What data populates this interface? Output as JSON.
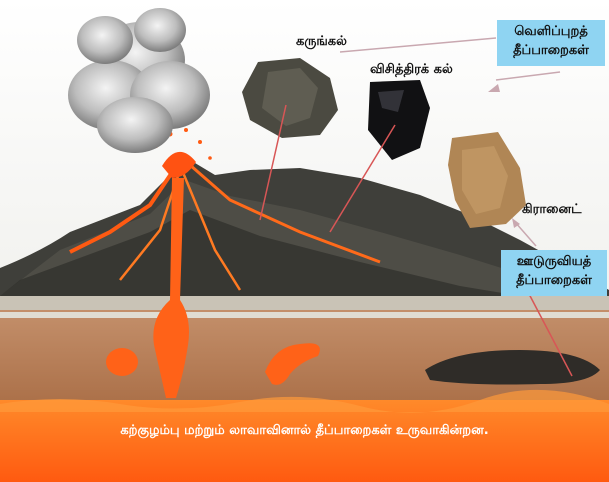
{
  "labels": {
    "basalt": "கருங்கல்",
    "obsidian": "விசித்திரக் கல்",
    "granite": "கிரானைட்"
  },
  "boxes": {
    "extrusive": {
      "line1": "வெளிப்புறத்",
      "line2": "தீப்பாறைகள்"
    },
    "intrusive": {
      "line1": "ஊடுருவியத்",
      "line2": "தீப்பாறைகள்"
    }
  },
  "caption": "கற்குழம்பு மற்றும் லாவாவினால் தீப்பாறைகள் உருவாகின்றன.",
  "colors": {
    "box_fill": "#8fd4f2",
    "lava": "#ff6a1a",
    "magma_band": "#ff7a1e",
    "ground": "#b9825a",
    "mountain": "#3f3f3a"
  }
}
